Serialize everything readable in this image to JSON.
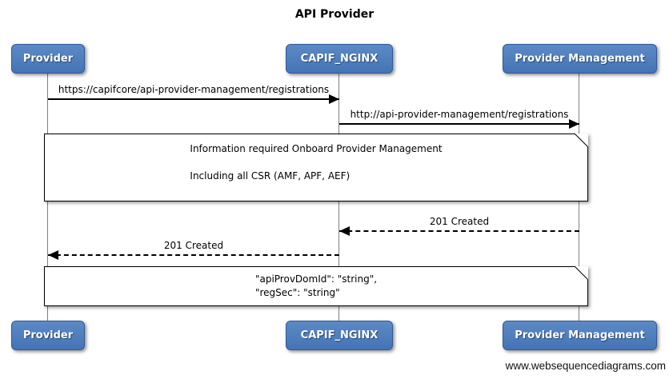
{
  "title": "API Provider",
  "actors": [
    {
      "id": "provider",
      "label": "Provider"
    },
    {
      "id": "capif-nginx",
      "label": "CAPIF_NGINX"
    },
    {
      "id": "provider-management",
      "label": "Provider Management"
    }
  ],
  "messages": [
    {
      "from": "provider",
      "to": "capif-nginx",
      "style": "solid",
      "label": "https://capifcore/api-provider-management/registrations"
    },
    {
      "from": "capif-nginx",
      "to": "provider-management",
      "style": "solid",
      "label": "http://api-provider-management/registrations"
    },
    {
      "from": "provider-management",
      "to": "capif-nginx",
      "style": "dashed",
      "label": "201 Created"
    },
    {
      "from": "capif-nginx",
      "to": "provider",
      "style": "dashed",
      "label": "201 Created"
    }
  ],
  "notes": [
    {
      "lines": [
        "Information required Onboard Provider Management",
        "Including all CSR (AMF, APF, AEF)"
      ]
    },
    {
      "lines": [
        "\"apiProvDomId\": \"string\",",
        "\"regSec\": \"string\""
      ]
    }
  ],
  "watermark": "www.websequencediagrams.com",
  "colors": {
    "actor_fill_top": "#5d8ac6",
    "actor_fill_bottom": "#4474b5",
    "actor_border": "#2f5a9b",
    "actor_text": "#ffffff",
    "lifeline": "#808080",
    "message_line": "#000000",
    "note_background": "#ffffff",
    "note_border": "#000000"
  }
}
